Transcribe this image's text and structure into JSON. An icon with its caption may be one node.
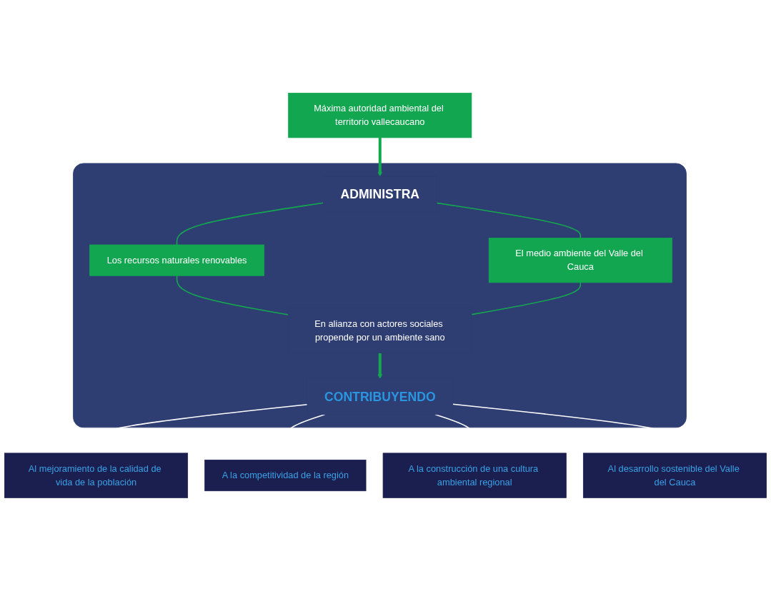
{
  "diagram": {
    "nodes": [
      {
        "text": [],
        "shape": "box"
      },
      {
        "text": [
          "Máxima autoridad ambiental del territorio vallecaucano"
        ]
      },
      {
        "text": [
          "ADMINISTRA"
        ],
        "in": 0
      },
      {
        "text": [
          "Los recursos naturales renovables"
        ],
        "in": 0
      },
      {
        "text": [
          "El medio ambiente del Valle del Cauca"
        ],
        "in": 0
      },
      {
        "text": [
          "En alianza con actores sociales propende por un ambiente sano"
        ],
        "in": 0
      },
      {
        "text": [
          "CONTRIBUYENDO"
        ],
        "in": 0
      },
      {
        "text": [
          "Al mejoramiento de la calidad de vida de la población"
        ]
      },
      {
        "text": [
          "A la competitividad de la región"
        ]
      },
      {
        "text": [
          "A la construcción de una cultura ambiental regional"
        ]
      },
      {
        "text": [
          "Al desarrollo sostenible del Valle del Cauca"
        ]
      }
    ],
    "edges": [
      {
        "from": 1,
        "to": 2,
        "arrow": "to",
        "style": "thick"
      },
      {
        "from": 2,
        "to": 3,
        "arrow": "none"
      },
      {
        "from": 2,
        "to": 4,
        "arrow": "none"
      },
      {
        "from": 3,
        "to": 5,
        "arrow": "none"
      },
      {
        "from": 4,
        "to": 5,
        "arrow": "none"
      },
      {
        "from": 5,
        "to": 6,
        "arrow": "to",
        "style": "thick"
      },
      {
        "from": 6,
        "to": 7,
        "arrow": "none",
        "color": "#ffffff"
      },
      {
        "from": 6,
        "to": 8,
        "arrow": "none",
        "color": "#ffffff"
      },
      {
        "from": 6,
        "to": 9,
        "arrow": "none",
        "color": "#ffffff"
      },
      {
        "from": 6,
        "to": 10,
        "arrow": "none",
        "color": "#ffffff"
      }
    ]
  }
}
